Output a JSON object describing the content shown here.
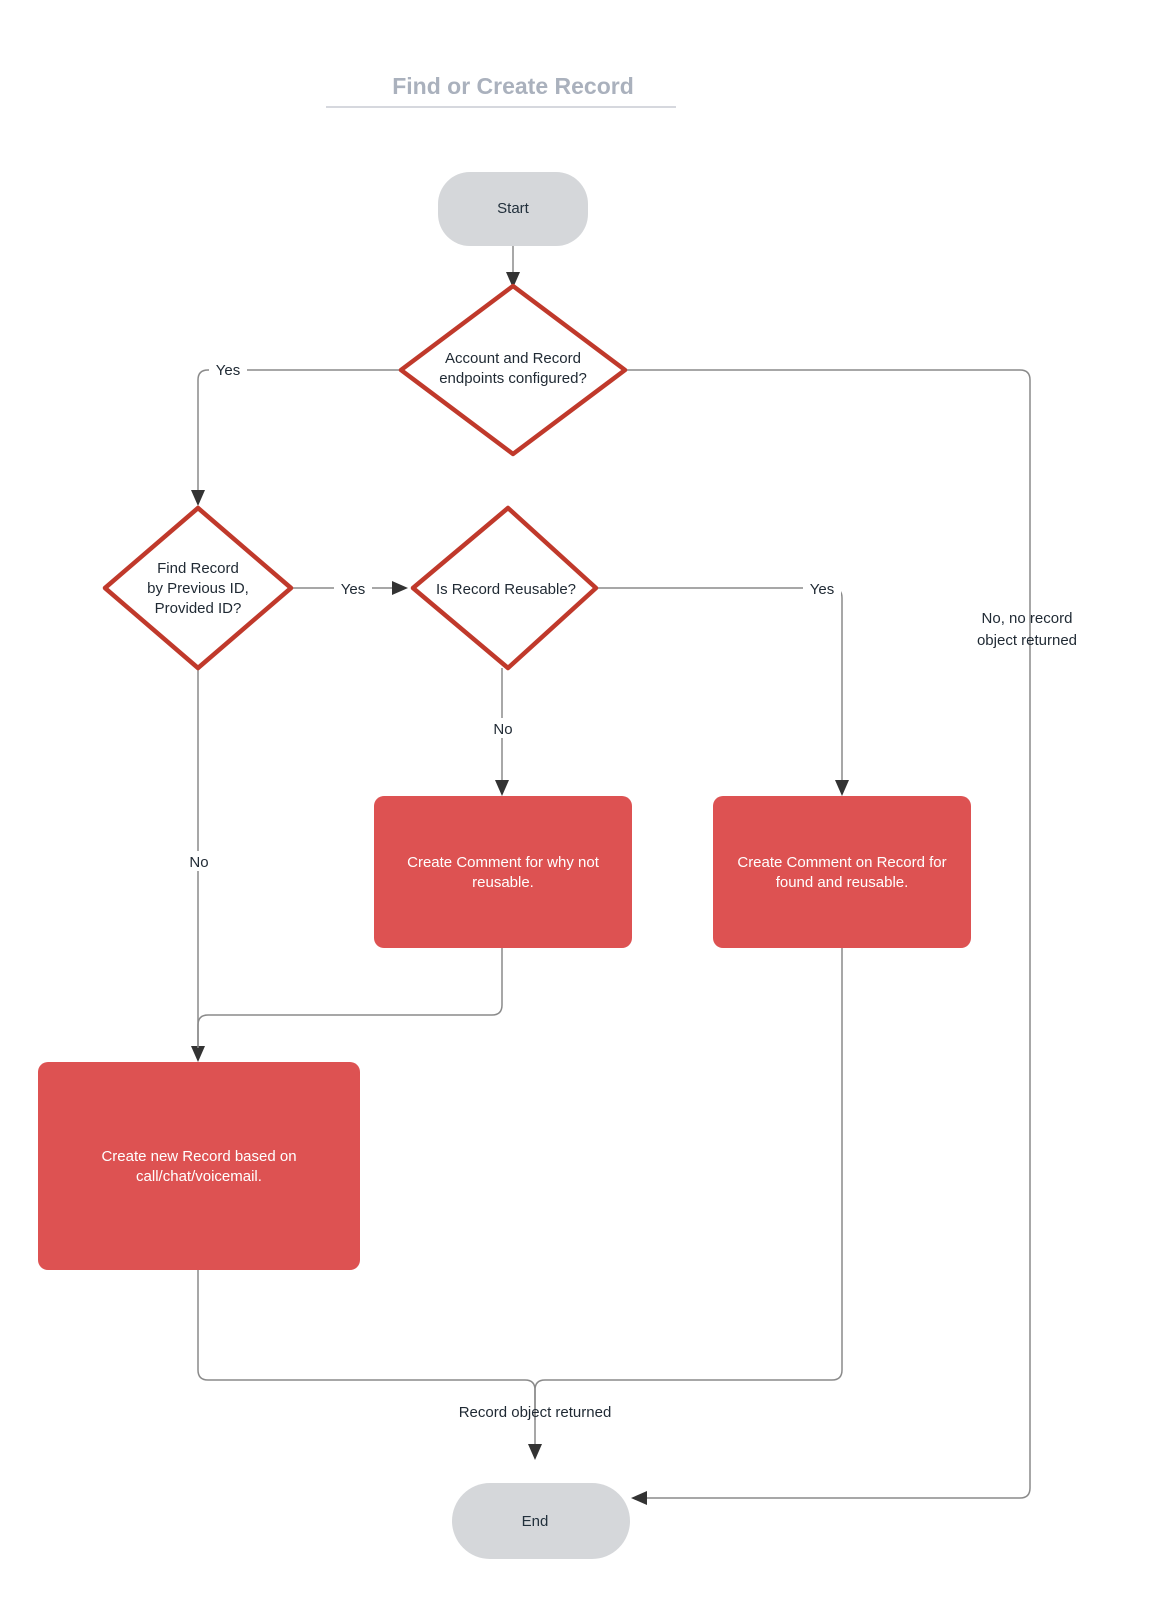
{
  "title": "Find or Create Record",
  "nodes": {
    "start": {
      "label": "Start",
      "shape": "terminal",
      "fill": "#d5d7da"
    },
    "end": {
      "label": "End",
      "shape": "terminal",
      "fill": "#d5d7da"
    },
    "decision_endpoints": {
      "shape": "decision",
      "stroke": "#c0392b",
      "lines": [
        "Account and Record",
        "endpoints configured?"
      ]
    },
    "decision_find_record": {
      "shape": "decision",
      "stroke": "#c0392b",
      "lines": [
        "Find Record",
        "by Previous ID,",
        "Provided ID?"
      ]
    },
    "decision_reusable": {
      "shape": "decision",
      "stroke": "#c0392b",
      "lines": [
        "Is Record Reusable?"
      ]
    },
    "process_comment_not_reusable": {
      "shape": "process",
      "fill": "#dd5252",
      "lines": [
        "Create Comment for why not",
        "reusable."
      ]
    },
    "process_comment_found_reusable": {
      "shape": "process",
      "fill": "#dd5252",
      "lines": [
        "Create Comment on Record for",
        "found and reusable."
      ]
    },
    "process_create_record": {
      "shape": "process",
      "fill": "#dd5252",
      "lines": [
        "Create new Record based on",
        "call/chat/voicemail."
      ]
    }
  },
  "edge_labels": {
    "endpoints_yes": "Yes",
    "endpoints_no": [
      "No, no record",
      "object returned"
    ],
    "find_record_yes": "Yes",
    "find_record_no": "No",
    "reusable_yes": "Yes",
    "reusable_no": "No",
    "record_returned": "Record object returned"
  },
  "colors": {
    "accent_red": "#c0392b",
    "process_fill": "#dd5252",
    "terminal_fill": "#d5d7da",
    "edge_stroke": "#8a8a8a",
    "title_color": "#aab1bd"
  }
}
